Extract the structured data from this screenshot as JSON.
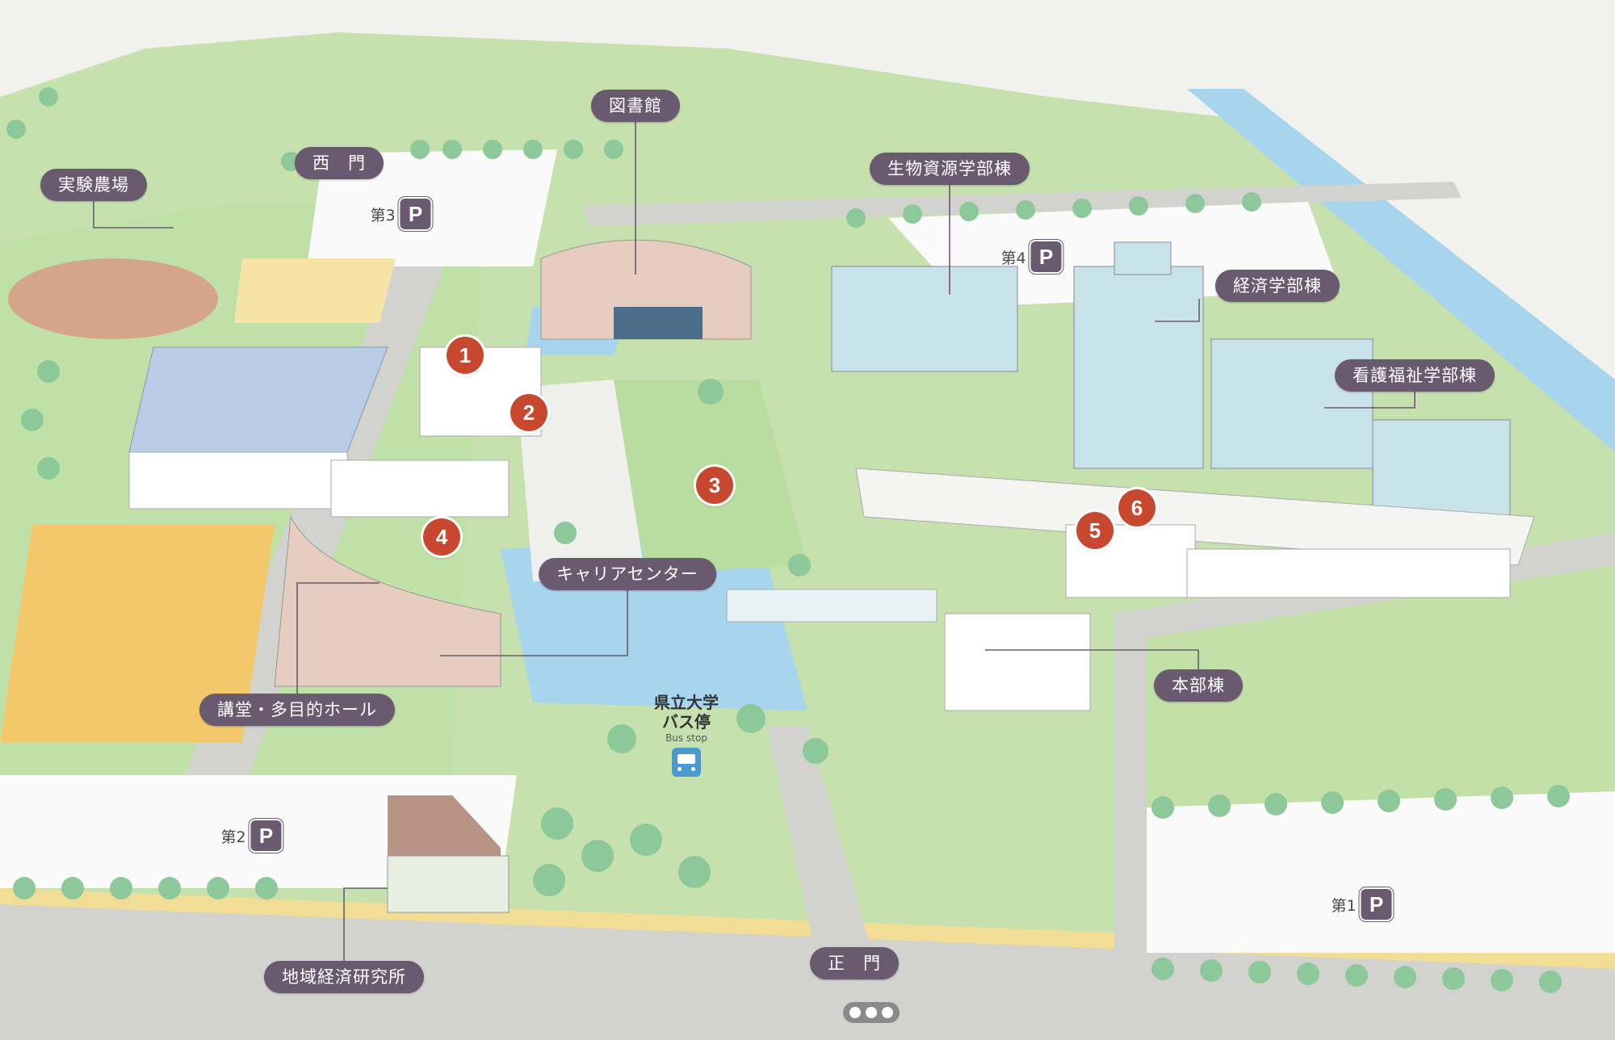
{
  "labels": {
    "library": "図書館",
    "west_gate": "西　門",
    "farm": "実験農場",
    "bio": "生物資源学部棟",
    "econ": "経済学部棟",
    "nursing": "看護福祉学部棟",
    "career": "キャリアセンター",
    "hall": "講堂・多目的ホール",
    "main_bldg": "本部棟",
    "regional": "地域経済研究所",
    "main_gate": "正　門"
  },
  "parking": {
    "p1": "第1",
    "p2": "第2",
    "p3": "第3",
    "p4": "第4",
    "icon_letter": "P"
  },
  "markers": [
    "1",
    "2",
    "3",
    "4",
    "5",
    "6"
  ],
  "bus_stop": {
    "line1": "県立大学",
    "line2": "バス停",
    "line3": "Bus stop"
  },
  "pager": {
    "pages": 3
  },
  "colors": {
    "label_bg": "#6a5a70",
    "marker": "#c8472f",
    "grass": "#b9dca0",
    "road": "#d2d2cf",
    "water": "#a8d5ee",
    "bus_icon": "#4a9ad0"
  },
  "icons": [
    "parking-icon",
    "bus-icon",
    "tree-icon",
    "numbered-marker-icon"
  ]
}
